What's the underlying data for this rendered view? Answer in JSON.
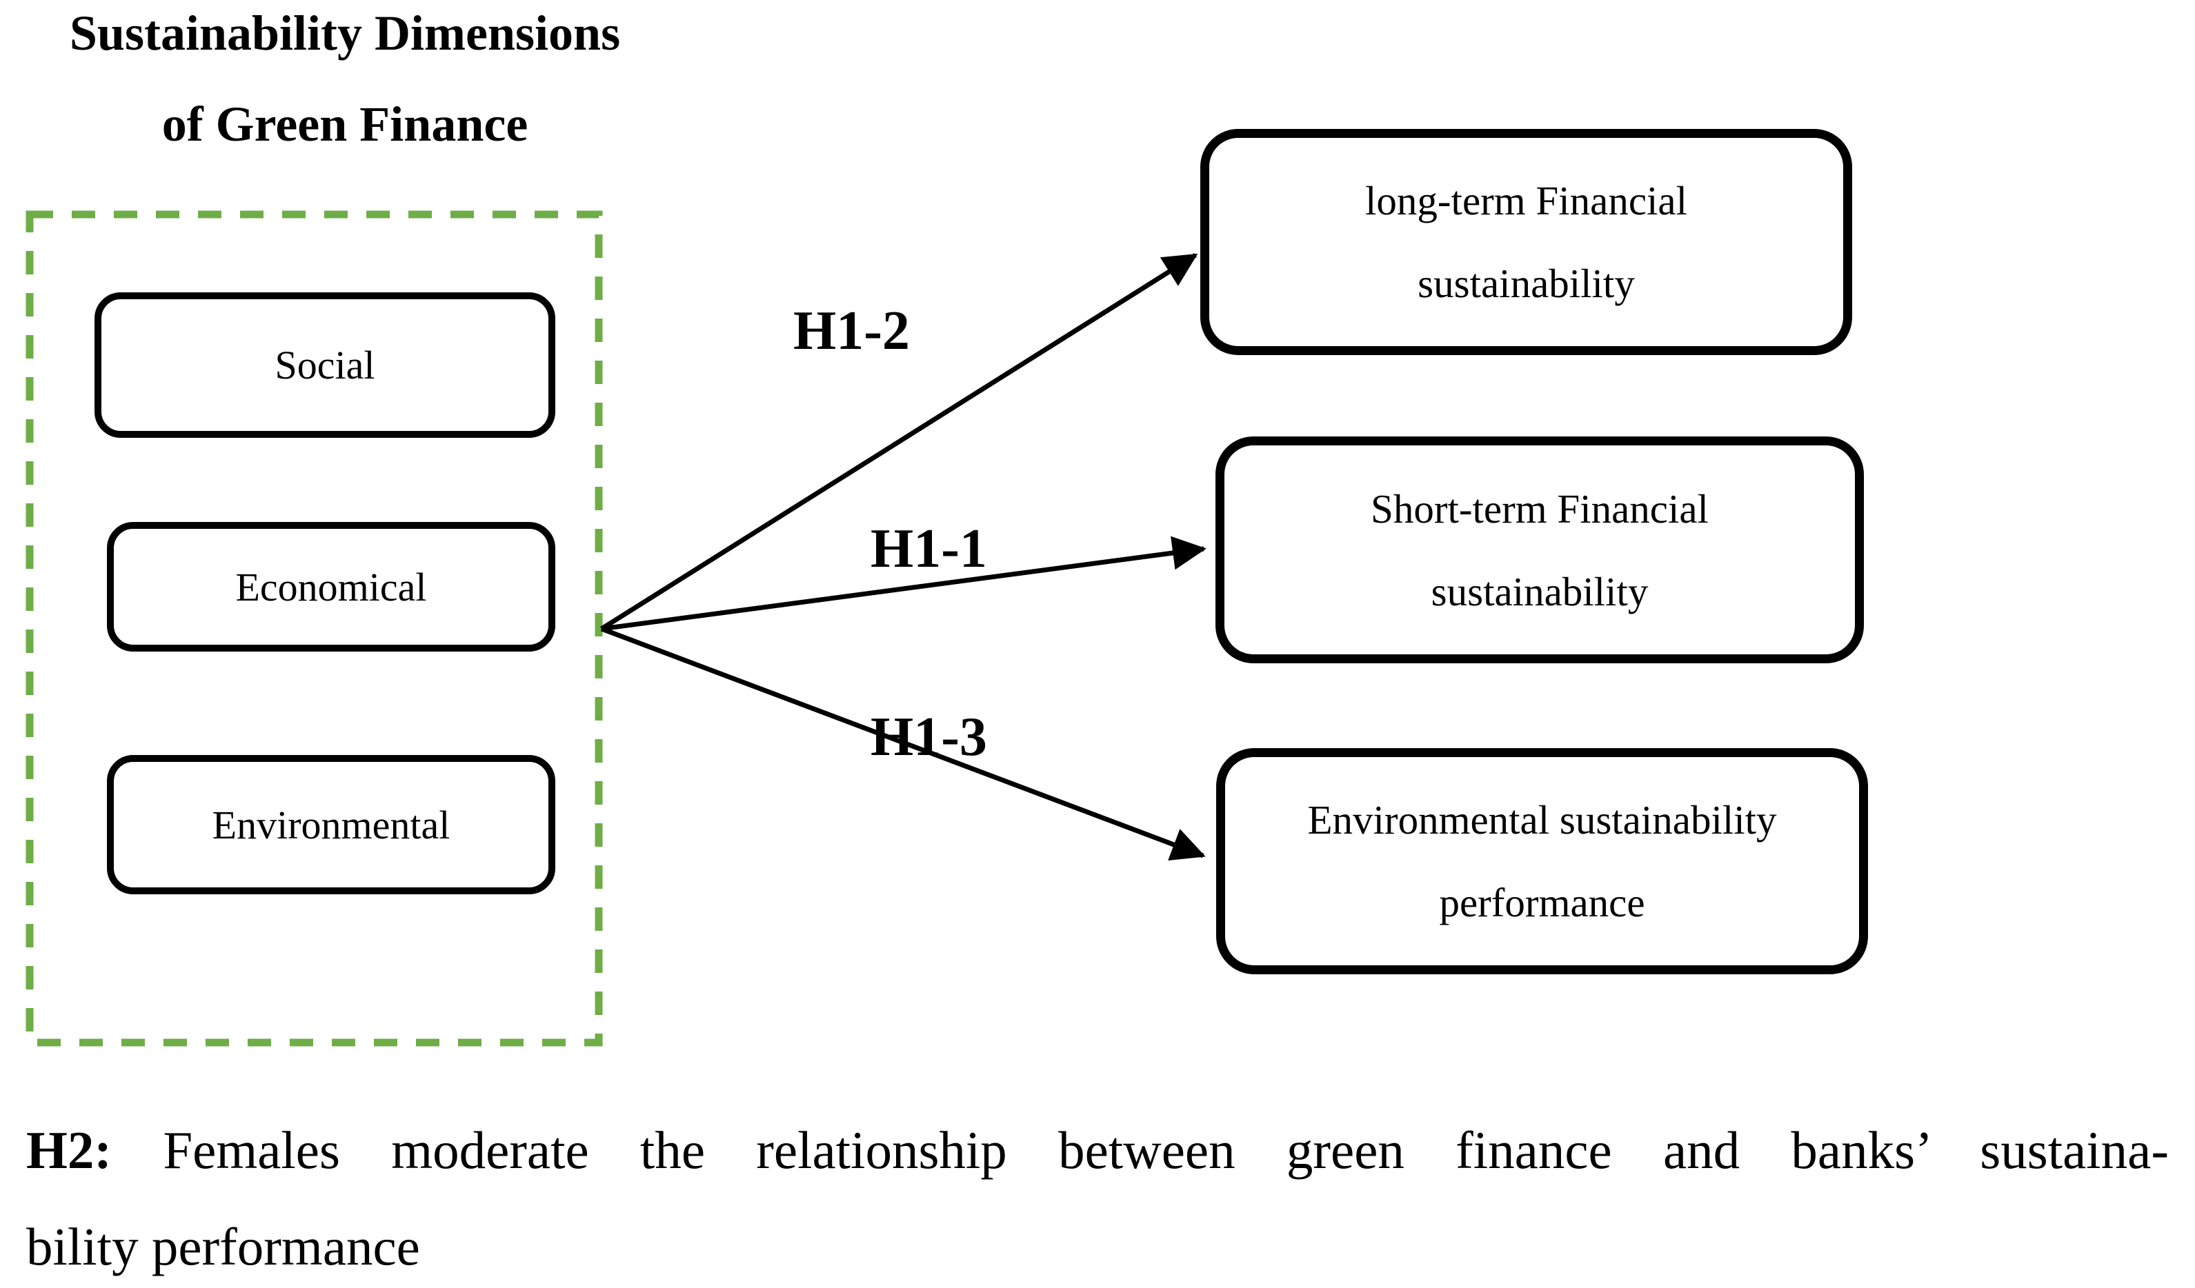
{
  "figure": {
    "title_line1": "Sustainability Dimensions",
    "title_line2": "of Green Finance",
    "green_box_items": [
      "Social",
      "Economical",
      "Environmental"
    ],
    "outcome_boxes": [
      {
        "line1": "long-term Financial",
        "line2": "sustainability"
      },
      {
        "line1": "Short-term Financial",
        "line2": "sustainability"
      },
      {
        "line1": "Environmental sustainability",
        "line2": "performance"
      }
    ],
    "arrow_labels": {
      "top": "H1-2",
      "middle": "H1-1",
      "bottom": "H1-3"
    },
    "footnote": {
      "prefix": "H2:",
      "line1_rest": " Females moderate the relationship between green finance and banks’ sustaina-",
      "line2": "bility performance"
    },
    "colors": {
      "dashed_border_green": "#6FAD47",
      "stroke_black": "#000000",
      "background": "#FFFFFF"
    }
  }
}
